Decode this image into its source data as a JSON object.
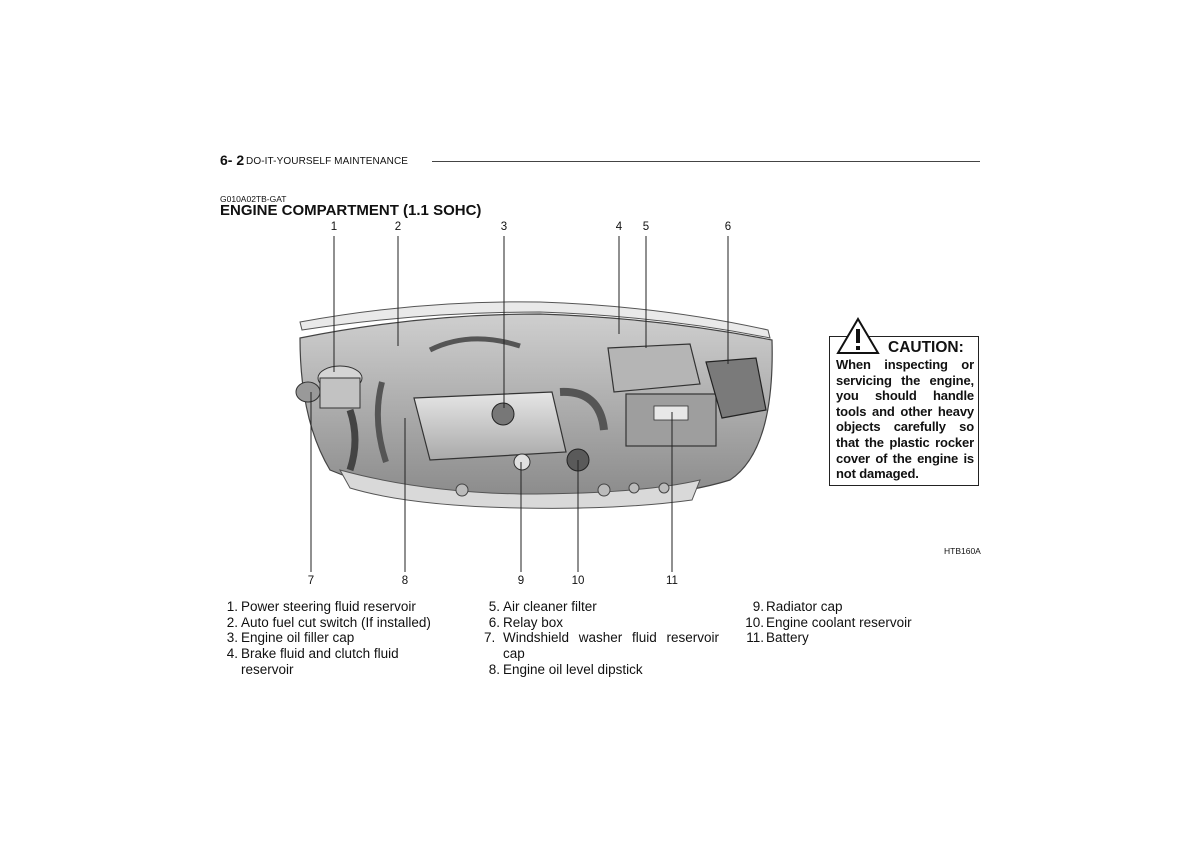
{
  "header": {
    "page_number": "6- 2",
    "chapter_title": "DO-IT-YOURSELF MAINTENANCE"
  },
  "section": {
    "code": "G010A02TB-GAT",
    "title": "ENGINE COMPARTMENT (1.1 SOHC)"
  },
  "figure": {
    "code": "HTB160A",
    "callouts_top": [
      "1",
      "2",
      "3",
      "4",
      "5",
      "6"
    ],
    "callouts_bottom": [
      "7",
      "8",
      "9",
      "10",
      "11"
    ]
  },
  "caution": {
    "title": "CAUTION:",
    "text": "When inspecting or servicing the engine, you should handle tools and other heavy objects carefully so that the plastic rocker cover of the engine is not damaged."
  },
  "legend": {
    "col1": [
      {
        "num": "1.",
        "label": "Power steering fluid reservoir"
      },
      {
        "num": "2.",
        "label": "Auto fuel cut switch (If installed)"
      },
      {
        "num": "3.",
        "label": "Engine oil filler cap"
      },
      {
        "num": "4.",
        "label": "Brake fluid and clutch fluid reservoir"
      }
    ],
    "col2": [
      {
        "num": "5.",
        "label": "Air cleaner filter"
      },
      {
        "num": "6.",
        "label": "Relay box"
      },
      {
        "num": "7.",
        "label": "Windshield washer fluid reservoir cap"
      },
      {
        "num": "8.",
        "label": "Engine oil level dipstick"
      }
    ],
    "col3": [
      {
        "num": "9.",
        "label": "Radiator cap"
      },
      {
        "num": "10.",
        "label": "Engine coolant reservoir"
      },
      {
        "num": "11.",
        "label": "Battery"
      }
    ]
  }
}
